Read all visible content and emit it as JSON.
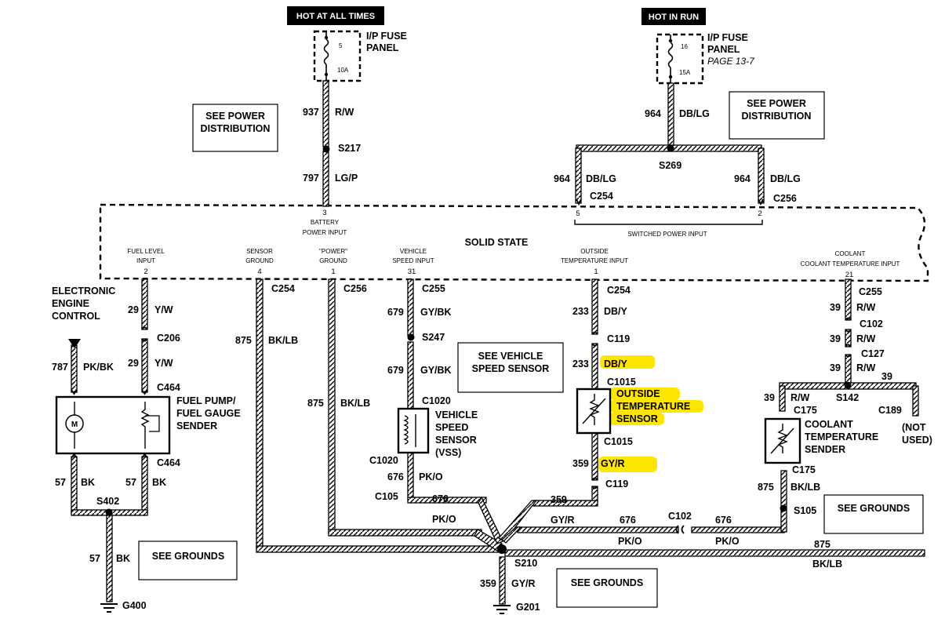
{
  "colors": {
    "wire": "#000000",
    "highlight": "#ffe600",
    "box_fill": "#000000",
    "background": "#ffffff"
  },
  "header": {
    "hot_all_times": "HOT AT ALL TIMES",
    "hot_in_run": "HOT IN RUN"
  },
  "fuse_left": {
    "fuse_no": "5",
    "rating": "10A",
    "line1": "I/P FUSE",
    "line2": "PANEL"
  },
  "fuse_right": {
    "fuse_no": "16",
    "rating": "15A",
    "line1": "I/P FUSE",
    "line2": "PANEL",
    "page_ref": "PAGE 13-7"
  },
  "see_boxes": {
    "power_left_1": "SEE POWER",
    "power_left_2": "DISTRIBUTION",
    "power_right_1": "SEE POWER",
    "power_right_2": "DISTRIBUTION",
    "vss_1": "SEE VEHICLE",
    "vss_2": "SPEED SENSOR",
    "grounds_1": "SEE GROUNDS",
    "grounds_2": "SEE GROUNDS",
    "grounds_3": "SEE GROUNDS"
  },
  "module": {
    "name": "SOLID STATE",
    "switched_power": "SWITCHED POWER INPUT",
    "pins": {
      "p3": "3",
      "p5": "5",
      "p2a": "2",
      "p2": "2",
      "p4": "4",
      "p1a": "1",
      "p31": "31",
      "p1b": "1",
      "p21": "21"
    },
    "batt_1": "BATTERY",
    "batt_2": "POWER INPUT",
    "fuel_1": "FUEL LEVEL",
    "fuel_2": "INPUT",
    "sgnd_1": "SENSOR",
    "sgnd_2": "GROUND",
    "pgnd_1": "\"POWER\"",
    "pgnd_2": "GROUND",
    "vsi_1": "VEHICLE",
    "vsi_2": "SPEED INPUT",
    "oti_1": "OUTSIDE",
    "oti_2": "TEMPERATURE INPUT",
    "cti_1": "COOLANT",
    "cti_2": "COOLANT TEMPERATURE INPUT"
  },
  "eec": {
    "l1": "ELECTRONIC",
    "l2": "ENGINE",
    "l3": "CONTROL"
  },
  "components": {
    "fuel_1": "FUEL PUMP/",
    "fuel_2": "FUEL GAUGE",
    "fuel_3": "SENDER",
    "motor": "M",
    "vss_1": "VEHICLE",
    "vss_2": "SPEED",
    "vss_3": "SENSOR",
    "vss_4": "(VSS)",
    "ots_1": "OUTSIDE",
    "ots_2": "TEMPERATURE",
    "ots_3": "SENSOR",
    "cts_1": "COOLANT",
    "cts_2": "TEMPERATURE",
    "cts_3": "SENDER",
    "not_used_1": "(NOT",
    "not_used_2": "USED)"
  },
  "wires": {
    "w937": "937",
    "c937": "R/W",
    "w797": "797",
    "c797": "LG/P",
    "w964a": "964",
    "c964a": "DB/LG",
    "w964b": "964",
    "c964b": "DB/LG",
    "w964c": "964",
    "c964c": "DB/LG",
    "w29a": "29",
    "c29a": "Y/W",
    "w29b": "29",
    "c29b": "Y/W",
    "w787": "787",
    "c787": "PK/BK",
    "w57a": "57",
    "c57a": "BK",
    "w57b": "57",
    "c57b": "BK",
    "w57c": "57",
    "c57c": "BK",
    "w875a": "875",
    "c875a": "BK/LB",
    "w875b": "875",
    "c875b": "BK/LB",
    "w875c": "875",
    "c875c": "BK/LB",
    "w875d": "875",
    "c875d": "BK/LB",
    "w679a": "679",
    "c679a": "GY/BK",
    "w679b": "679",
    "c679b": "GY/BK",
    "w676a": "676",
    "c676a": "PK/O",
    "w676b": "676",
    "c676b": "PK/O",
    "w676c": "676",
    "c676c": "PK/O",
    "w676d": "676",
    "c676d": "PK/O",
    "w233a": "233",
    "c233a": "DB/Y",
    "w233b": "233",
    "c233b": "DB/Y",
    "w359a": "359",
    "c359a": "GY/R",
    "w359b": "359",
    "c359b": "GY/R",
    "w359c": "359",
    "c359c": "GY/R",
    "w39a": "39",
    "c39a": "R/W",
    "w39b": "39",
    "c39b": "R/W",
    "w39c": "39",
    "c39c": "R/W",
    "w39d": "39",
    "c39d": "R/W",
    "w39e": "39"
  },
  "connectors": {
    "C254a": "C254",
    "C256a": "C256",
    "C254b": "C254",
    "C256b": "C256",
    "C255a": "C255",
    "C254c": "C254",
    "C255b": "C255",
    "C206": "C206",
    "C464a": "C464",
    "C464b": "C464",
    "C1020a": "C1020",
    "C1020b": "C1020",
    "C105": "C105",
    "C119a": "C119",
    "C1015a": "C1015",
    "C1015b": "C1015",
    "C119b": "C119",
    "C102a": "C102",
    "C127": "C127",
    "C175a": "C175",
    "C189": "C189",
    "C175b": "C175",
    "C102b": "C102"
  },
  "splices": {
    "S217": "S217",
    "S269": "S269",
    "S247": "S247",
    "S402": "S402",
    "S210": "S210",
    "S142": "S142",
    "S105": "S105"
  },
  "grounds": {
    "G400": "G400",
    "G201": "G201"
  }
}
